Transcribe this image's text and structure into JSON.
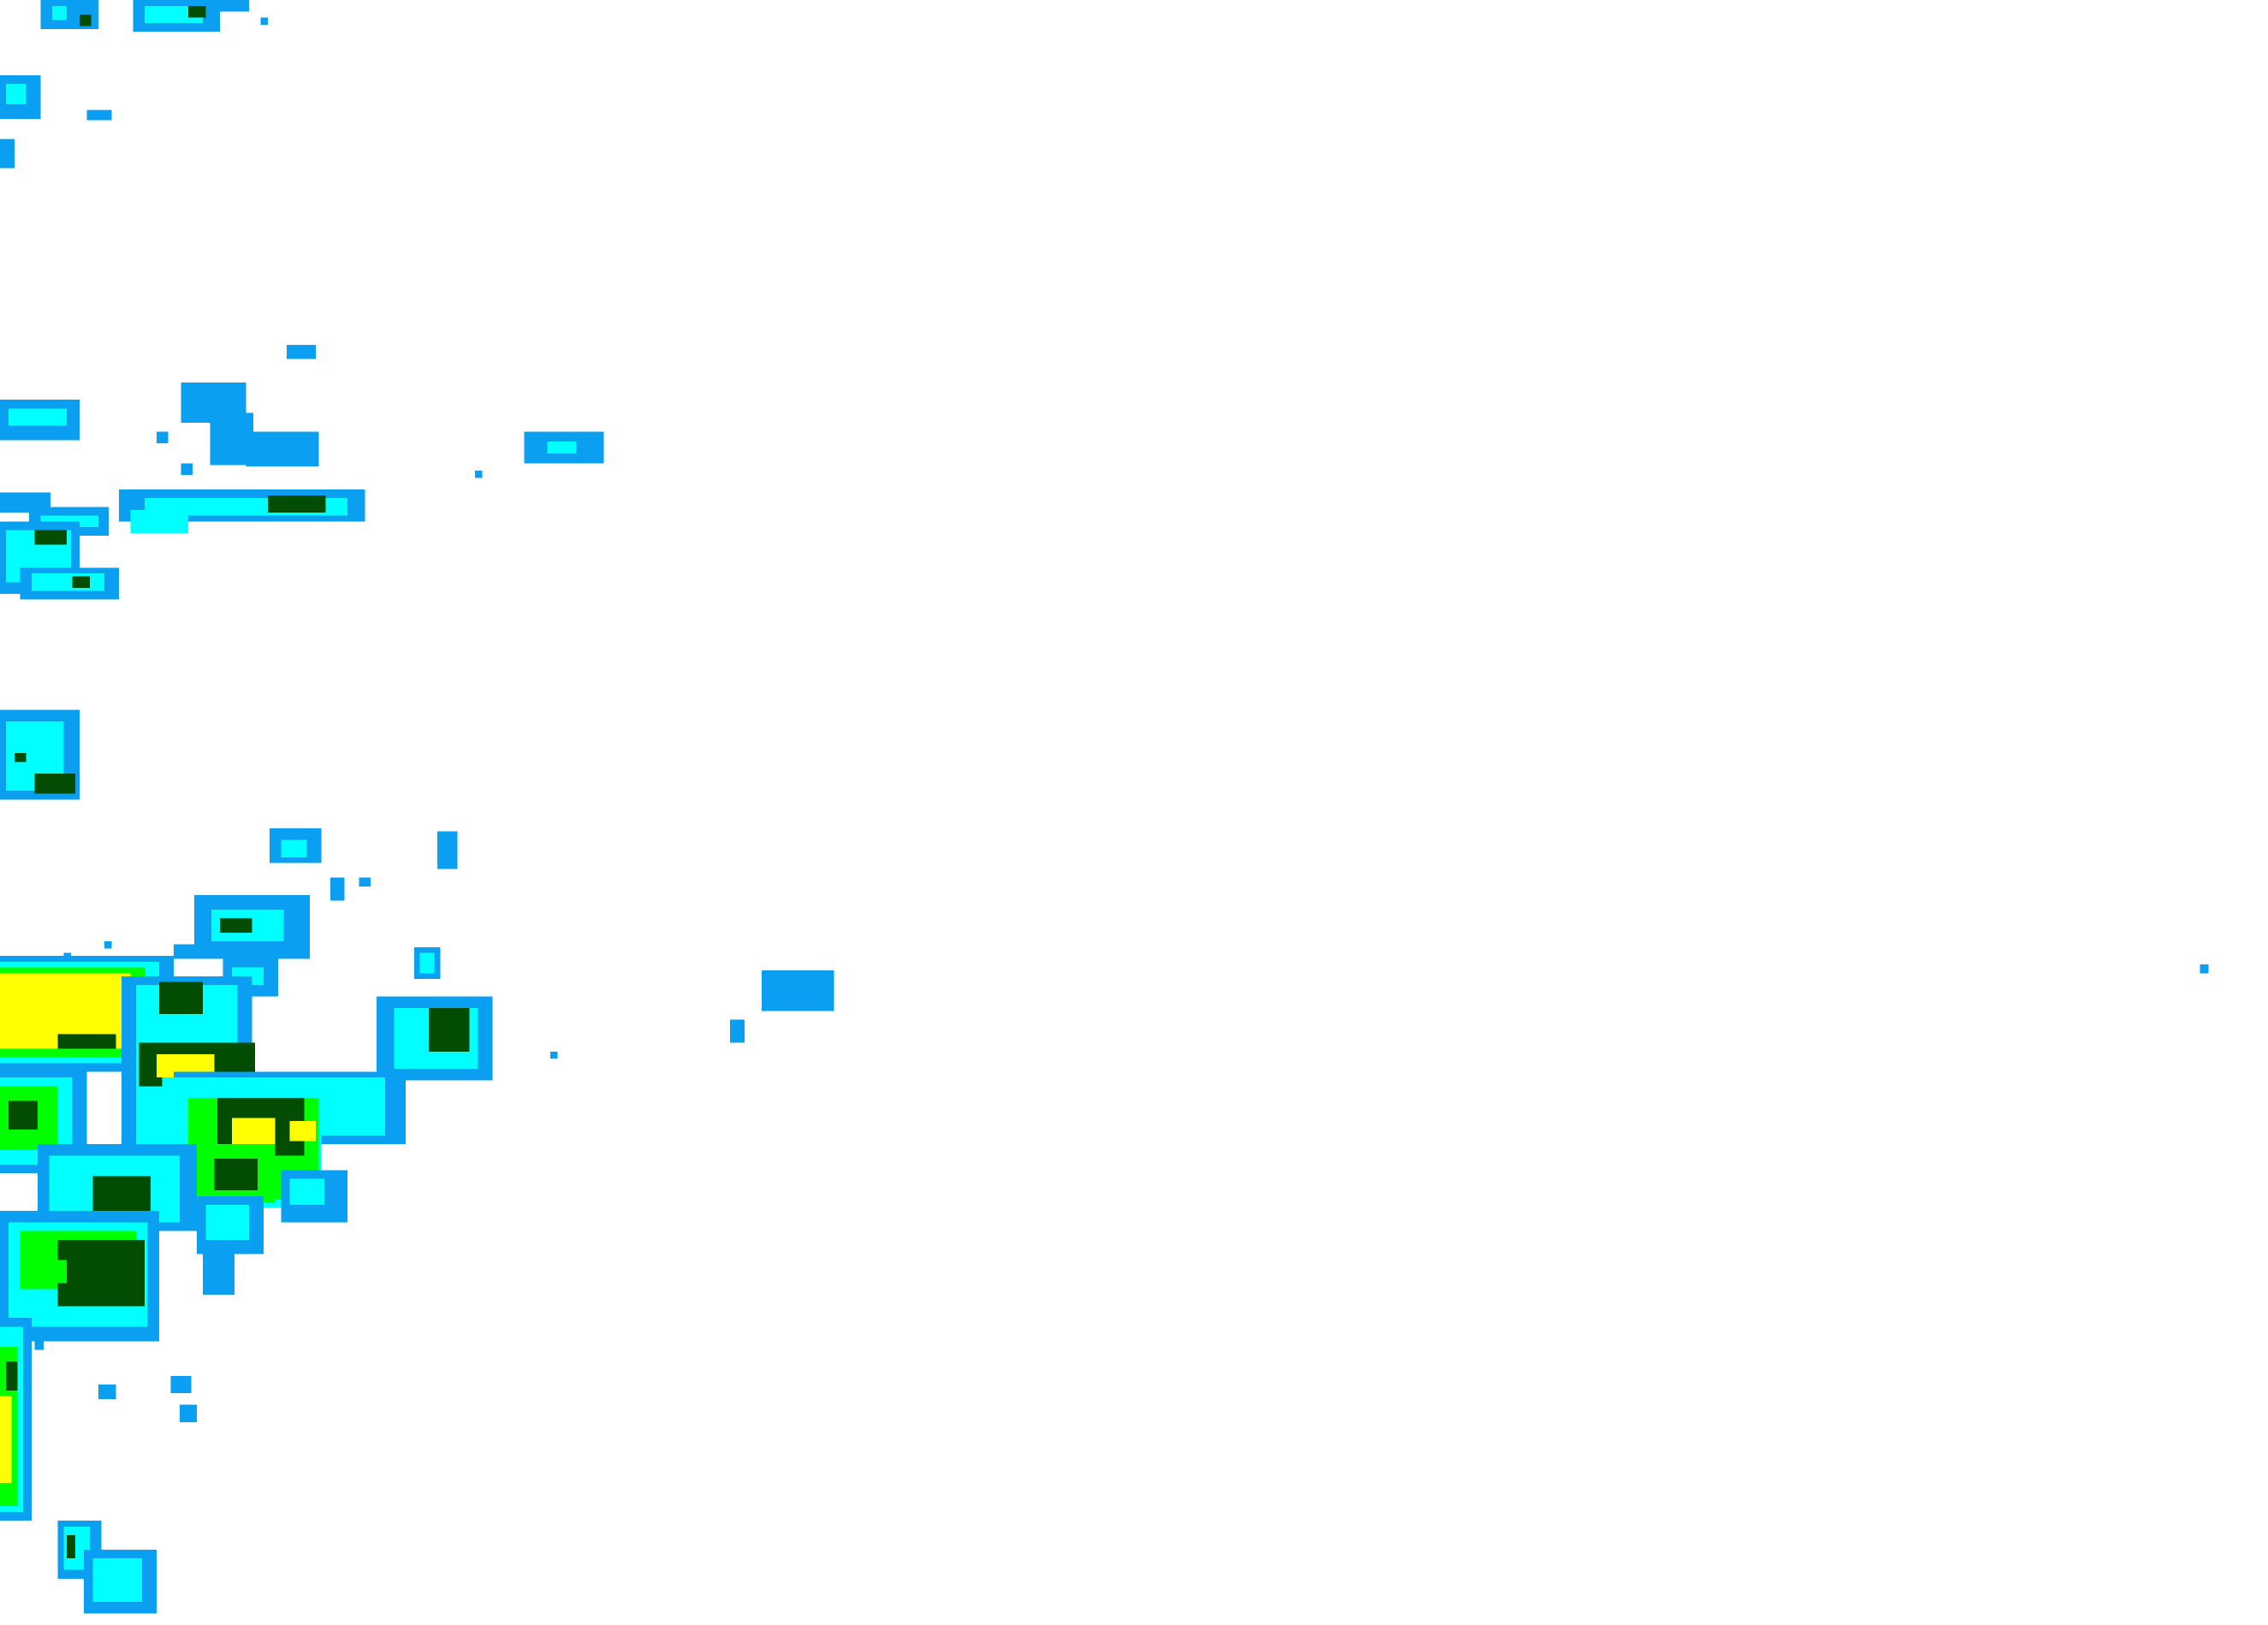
{
  "map": {
    "kind": "radar-reflectivity-overlay",
    "background": "#ffffff",
    "palette": {
      "light": "#0a9ff0",
      "moderate": "#00ffff",
      "heavy": "#00ff00",
      "heavier": "#024d02",
      "intense": "#ffff00"
    },
    "levels": [
      "light",
      "moderate",
      "heavy",
      "heavier",
      "intense"
    ]
  }
}
